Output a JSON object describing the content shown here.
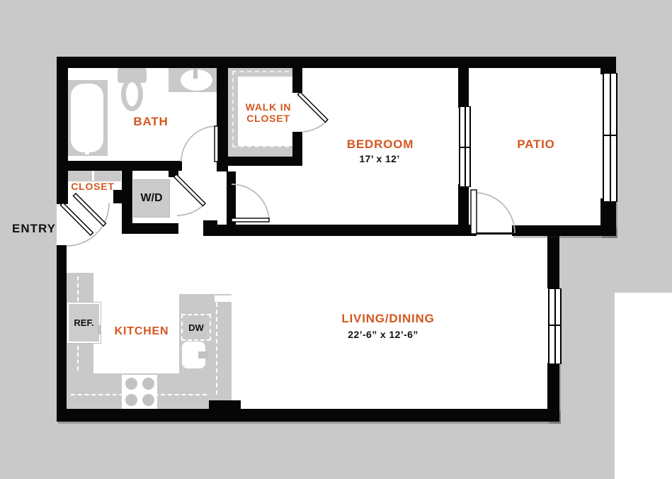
{
  "floor_plan": {
    "background_color": "#c9c9c9",
    "wall_color": "#060606",
    "accent_color": "#d4571e",
    "rooms": {
      "entry": {
        "label": "ENTRY"
      },
      "bath": {
        "label": "BATH"
      },
      "closet": {
        "label": "CLOSET"
      },
      "walk_in_closet": {
        "line1": "WALK IN",
        "line2": "CLOSET"
      },
      "bedroom": {
        "label": "BEDROOM",
        "dimensions": "17’ x 12’"
      },
      "patio": {
        "label": "PATIO"
      },
      "kitchen": {
        "label": "KITCHEN"
      },
      "living_dining": {
        "label": "LIVING/DINING",
        "dimensions": "22’-6” x 12’-6”"
      }
    },
    "appliances": {
      "washer_dryer": "W/D",
      "refrigerator": "REF.",
      "dishwasher": "DW"
    }
  }
}
